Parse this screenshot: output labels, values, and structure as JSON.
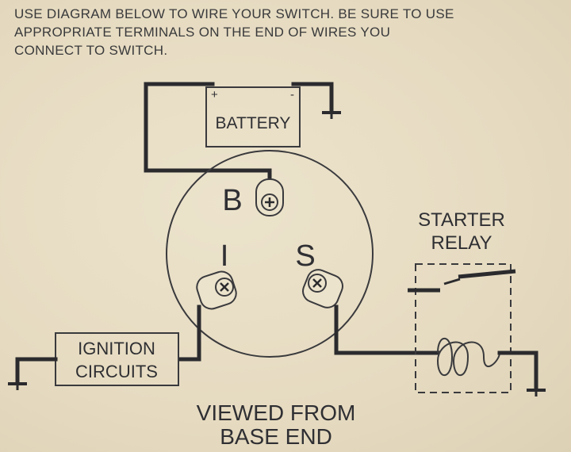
{
  "instructions": {
    "line1": "USE DIAGRAM BELOW TO WIRE YOUR SWITCH. BE SURE TO USE",
    "line2": "APPROPRIATE TERMINALS ON THE END OF WIRES YOU",
    "line3": "CONNECT TO SWITCH."
  },
  "battery": {
    "label": "BATTERY",
    "plus": "+",
    "minus": "-"
  },
  "switch": {
    "terminal_b": "B",
    "terminal_i": "I",
    "terminal_s": "S"
  },
  "starter_relay": {
    "line1": "STARTER",
    "line2": "RELAY"
  },
  "ignition_circuits": {
    "line1": "IGNITION",
    "line2": "CIRCUITS"
  },
  "caption": {
    "line1": "VIEWED FROM",
    "line2": "BASE END"
  }
}
